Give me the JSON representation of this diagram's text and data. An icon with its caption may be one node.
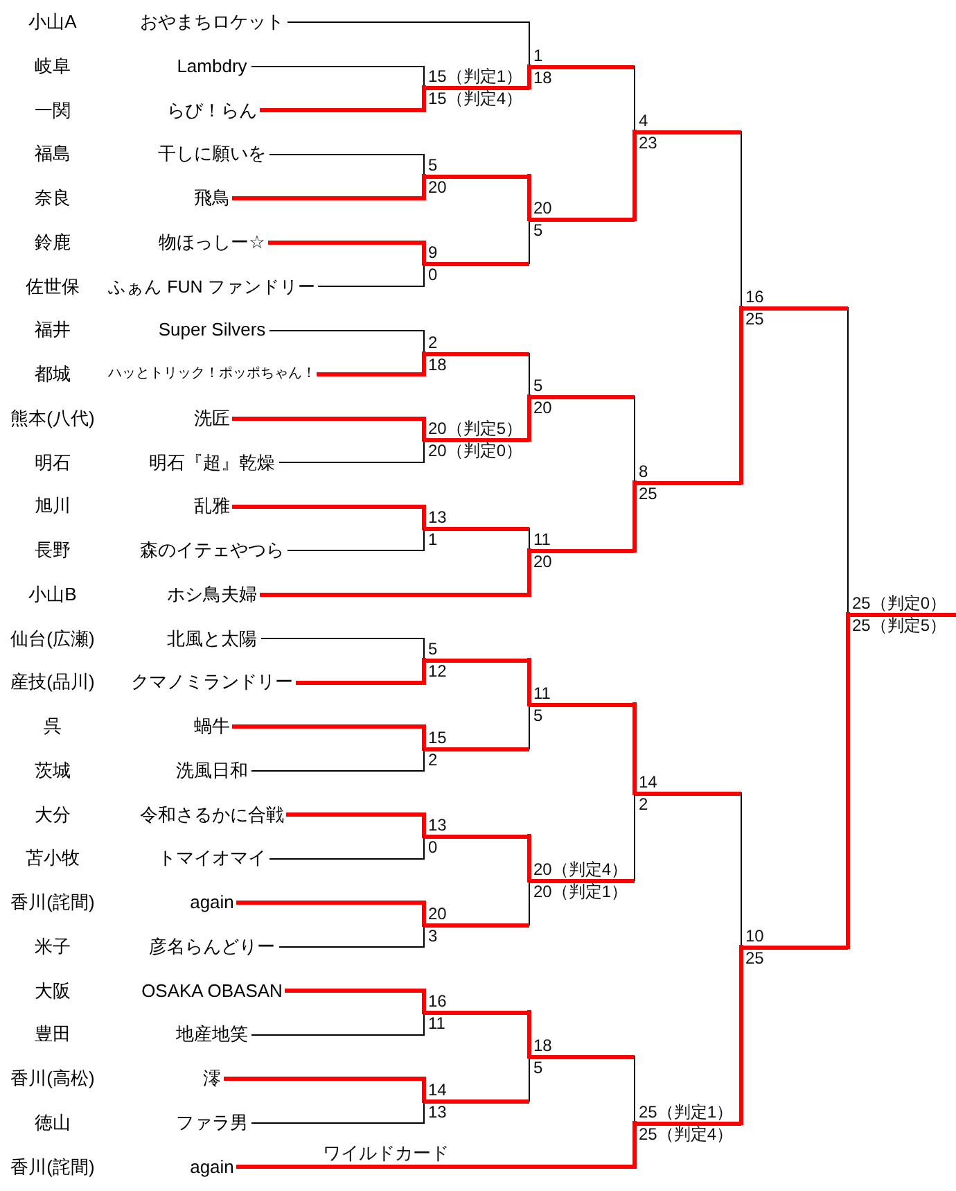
{
  "diagram": {
    "nodes": [
      {
        "text": [
          "小山A",
          "おやまちロケット"
        ]
      },
      {
        "text": [
          "岐阜",
          "Lambdry"
        ]
      },
      {
        "text": [
          "一関",
          "らび！らん"
        ]
      },
      {
        "text": [
          "福島",
          "干しに願いを"
        ]
      },
      {
        "text": [
          "奈良",
          "飛鳥"
        ]
      },
      {
        "text": [
          "鈴鹿",
          "物ほっしー☆"
        ]
      },
      {
        "text": [
          "佐世保",
          "ふぁん FUN ファンドリー"
        ]
      },
      {
        "text": [
          "福井",
          "Super Silvers"
        ]
      },
      {
        "text": [
          "都城",
          "ハッとトリック！ポッポちゃん！"
        ]
      },
      {
        "text": [
          "熊本(八代)",
          "洗匠"
        ]
      },
      {
        "text": [
          "明石",
          "明石『超』乾燥"
        ]
      },
      {
        "text": [
          "旭川",
          "乱雅"
        ]
      },
      {
        "text": [
          "長野",
          "森のイテェやつら"
        ]
      },
      {
        "text": [
          "小山B",
          "ホシ鳥夫婦"
        ]
      },
      {
        "text": [
          "仙台(広瀬)",
          "北風と太陽"
        ]
      },
      {
        "text": [
          "産技(品川)",
          "クマノミランドリー"
        ]
      },
      {
        "text": [
          "呉",
          "蝸牛"
        ]
      },
      {
        "text": [
          "茨城",
          "洗風日和"
        ]
      },
      {
        "text": [
          "大分",
          "令和さるかに合戦"
        ]
      },
      {
        "text": [
          "苫小牧",
          "トマイオマイ"
        ]
      },
      {
        "text": [
          "香川(詫間)",
          "again"
        ]
      },
      {
        "text": [
          "米子",
          "彦名らんどりー"
        ]
      },
      {
        "text": [
          "大阪",
          "OSAKA OBASAN"
        ]
      },
      {
        "text": [
          "豊田",
          "地産地笑"
        ]
      },
      {
        "text": [
          "香川(高松)",
          "澪"
        ]
      },
      {
        "text": [
          "徳山",
          "ファラ男"
        ]
      },
      {
        "text": [
          "香川(詫間)",
          "again"
        ]
      },
      {
        "text": [
          "15（判定1）",
          "15（判定4）"
        ]
      },
      {
        "text": [
          "5",
          "20"
        ]
      },
      {
        "text": [
          "9",
          "0"
        ]
      },
      {
        "text": [
          "2",
          "18"
        ]
      },
      {
        "text": [
          "20（判定5）",
          "20（判定0）"
        ]
      },
      {
        "text": [
          "13",
          "1"
        ]
      },
      {
        "text": [
          "5",
          "12"
        ]
      },
      {
        "text": [
          "15",
          "2"
        ]
      },
      {
        "text": [
          "13",
          "0"
        ]
      },
      {
        "text": [
          "20",
          "3"
        ]
      },
      {
        "text": [
          "16",
          "11"
        ]
      },
      {
        "text": [
          "14",
          "13"
        ]
      },
      {
        "text": [
          "1",
          "18"
        ]
      },
      {
        "text": [
          "20",
          "5"
        ]
      },
      {
        "text": [
          "5",
          "20"
        ]
      },
      {
        "text": [
          "11",
          "20"
        ]
      },
      {
        "text": [
          "11",
          "5"
        ]
      },
      {
        "text": [
          "20（判定4）",
          "20（判定1）"
        ]
      },
      {
        "text": [
          "18",
          "5"
        ]
      },
      {
        "text": [
          "4",
          "23"
        ]
      },
      {
        "text": [
          "8",
          "25"
        ]
      },
      {
        "text": [
          "14",
          "2"
        ]
      },
      {
        "text": [
          "25（判定1）",
          "25（判定4）"
        ]
      },
      {
        "text": [
          "16",
          "25"
        ]
      },
      {
        "text": [
          "10",
          "25"
        ]
      },
      {
        "text": [
          "25（判定0）",
          "25（判定5）"
        ]
      }
    ],
    "edges": [
      {
        "from": 1,
        "to": 27,
        "arrow": "none"
      },
      {
        "from": 2,
        "to": 27,
        "arrow": "none",
        "style": "thick",
        "color": "#ff0000"
      },
      {
        "from": 3,
        "to": 28,
        "arrow": "none"
      },
      {
        "from": 4,
        "to": 28,
        "arrow": "none",
        "style": "thick",
        "color": "#ff0000"
      },
      {
        "from": 5,
        "to": 29,
        "arrow": "none",
        "style": "thick",
        "color": "#ff0000"
      },
      {
        "from": 6,
        "to": 29,
        "arrow": "none"
      },
      {
        "from": 7,
        "to": 30,
        "arrow": "none"
      },
      {
        "from": 8,
        "to": 30,
        "arrow": "none",
        "style": "thick",
        "color": "#ff0000"
      },
      {
        "from": 9,
        "to": 31,
        "arrow": "none",
        "style": "thick",
        "color": "#ff0000"
      },
      {
        "from": 10,
        "to": 31,
        "arrow": "none"
      },
      {
        "from": 11,
        "to": 32,
        "arrow": "none",
        "style": "thick",
        "color": "#ff0000"
      },
      {
        "from": 12,
        "to": 32,
        "arrow": "none"
      },
      {
        "from": 14,
        "to": 33,
        "arrow": "none"
      },
      {
        "from": 15,
        "to": 33,
        "arrow": "none",
        "style": "thick",
        "color": "#ff0000"
      },
      {
        "from": 16,
        "to": 34,
        "arrow": "none",
        "style": "thick",
        "color": "#ff0000"
      },
      {
        "from": 17,
        "to": 34,
        "arrow": "none"
      },
      {
        "from": 18,
        "to": 35,
        "arrow": "none",
        "style": "thick",
        "color": "#ff0000"
      },
      {
        "from": 19,
        "to": 35,
        "arrow": "none"
      },
      {
        "from": 20,
        "to": 36,
        "arrow": "none",
        "style": "thick",
        "color": "#ff0000"
      },
      {
        "from": 21,
        "to": 36,
        "arrow": "none"
      },
      {
        "from": 22,
        "to": 37,
        "arrow": "none",
        "style": "thick",
        "color": "#ff0000"
      },
      {
        "from": 23,
        "to": 37,
        "arrow": "none"
      },
      {
        "from": 24,
        "to": 38,
        "arrow": "none",
        "style": "thick",
        "color": "#ff0000"
      },
      {
        "from": 25,
        "to": 38,
        "arrow": "none"
      },
      {
        "from": 0,
        "to": 39,
        "arrow": "none"
      },
      {
        "from": 27,
        "to": 39,
        "arrow": "none",
        "style": "thick",
        "color": "#ff0000"
      },
      {
        "from": 28,
        "to": 40,
        "arrow": "none",
        "style": "thick",
        "color": "#ff0000"
      },
      {
        "from": 29,
        "to": 40,
        "arrow": "none"
      },
      {
        "from": 30,
        "to": 41,
        "arrow": "none"
      },
      {
        "from": 31,
        "to": 41,
        "arrow": "none",
        "style": "thick",
        "color": "#ff0000"
      },
      {
        "from": 32,
        "to": 42,
        "arrow": "none"
      },
      {
        "from": 13,
        "to": 42,
        "arrow": "none",
        "style": "thick",
        "color": "#ff0000"
      },
      {
        "from": 33,
        "to": 43,
        "arrow": "none",
        "style": "thick",
        "color": "#ff0000"
      },
      {
        "from": 34,
        "to": 43,
        "arrow": "none"
      },
      {
        "from": 35,
        "to": 44,
        "arrow": "none",
        "style": "thick",
        "color": "#ff0000"
      },
      {
        "from": 36,
        "to": 44,
        "arrow": "none"
      },
      {
        "from": 37,
        "to": 45,
        "arrow": "none",
        "style": "thick",
        "color": "#ff0000"
      },
      {
        "from": 38,
        "to": 45,
        "arrow": "none"
      },
      {
        "from": 39,
        "to": 46,
        "arrow": "none"
      },
      {
        "from": 40,
        "to": 46,
        "arrow": "none",
        "style": "thick",
        "color": "#ff0000"
      },
      {
        "from": 41,
        "to": 47,
        "arrow": "none"
      },
      {
        "from": 42,
        "to": 47,
        "arrow": "none",
        "style": "thick",
        "color": "#ff0000"
      },
      {
        "from": 43,
        "to": 48,
        "arrow": "none",
        "style": "thick",
        "color": "#ff0000"
      },
      {
        "from": 44,
        "to": 48,
        "arrow": "none"
      },
      {
        "from": 45,
        "to": 49,
        "arrow": "none"
      },
      {
        "from": 26,
        "to": 49,
        "arrow": "none",
        "label": "ワイルドカード",
        "style": "thick",
        "color": "#ff0000"
      },
      {
        "from": 46,
        "to": 50,
        "arrow": "none"
      },
      {
        "from": 47,
        "to": 50,
        "arrow": "none",
        "style": "thick",
        "color": "#ff0000"
      },
      {
        "from": 48,
        "to": 51,
        "arrow": "none"
      },
      {
        "from": 49,
        "to": 51,
        "arrow": "none",
        "style": "thick",
        "color": "#ff0000"
      },
      {
        "from": 50,
        "to": 52,
        "arrow": "none"
      },
      {
        "from": 51,
        "to": 52,
        "arrow": "none",
        "style": "thick",
        "color": "#ff0000"
      }
    ]
  }
}
